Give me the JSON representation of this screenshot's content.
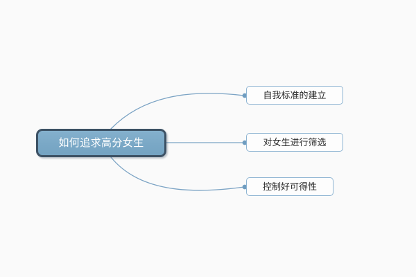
{
  "diagram": {
    "type": "mind-map",
    "background_color": "#fafafa",
    "root": {
      "label": "如何追求高分女生",
      "fill_color": "#7aa8c6",
      "border_color": "#3c5164",
      "text_color": "#ffffff"
    },
    "connector": {
      "line_color": "#7ba3c4",
      "dot_color": "#6f9dc0"
    },
    "branches": [
      {
        "label": "自我标准的建立",
        "border_color": "#8eb4d2",
        "fill_color": "#fdfdfd",
        "text_color": "#2b2b2b"
      },
      {
        "label": "对女生进行筛选",
        "border_color": "#8eb4d2",
        "fill_color": "#fdfdfd",
        "text_color": "#2b2b2b"
      },
      {
        "label": "控制好可得性",
        "border_color": "#8eb4d2",
        "fill_color": "#fdfdfd",
        "text_color": "#2b2b2b"
      }
    ]
  }
}
